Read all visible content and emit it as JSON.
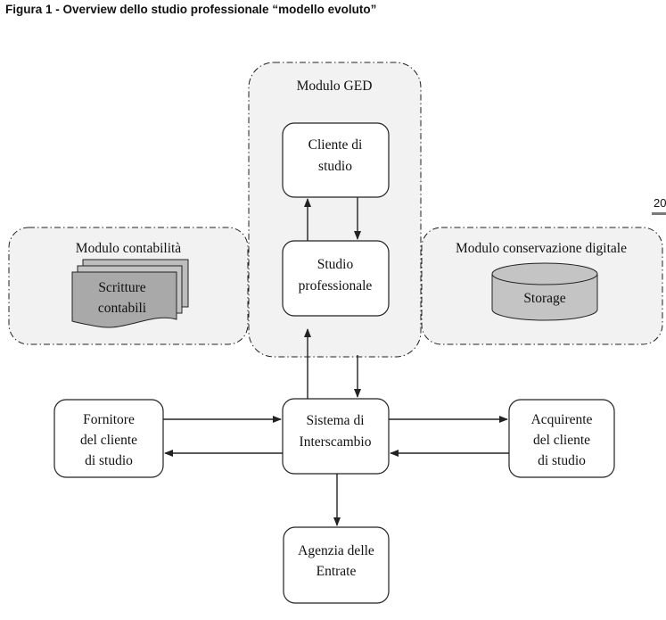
{
  "title": "Figura 1 - Overview dello studio professionale “modello evoluto”",
  "page_number": "20",
  "groups": {
    "ged": "Modulo GED",
    "contabilita": "Modulo contabilità",
    "conservazione": "Modulo conservazione digitale"
  },
  "nodes": {
    "cliente_studio": [
      "Cliente di",
      "studio"
    ],
    "studio_professionale": [
      "Studio",
      "professionale"
    ],
    "scritture_contabili": [
      "Scritture",
      "contabili"
    ],
    "storage": "Storage",
    "sistema_interscambio": [
      "Sistema di",
      "Interscambio"
    ],
    "fornitore": [
      "Fornitore",
      "del cliente",
      "di studio"
    ],
    "acquirente": [
      "Acquirente",
      "del cliente",
      "di studio"
    ],
    "agenzia_entrate": [
      "Agenzia delle",
      "Entrate"
    ]
  }
}
